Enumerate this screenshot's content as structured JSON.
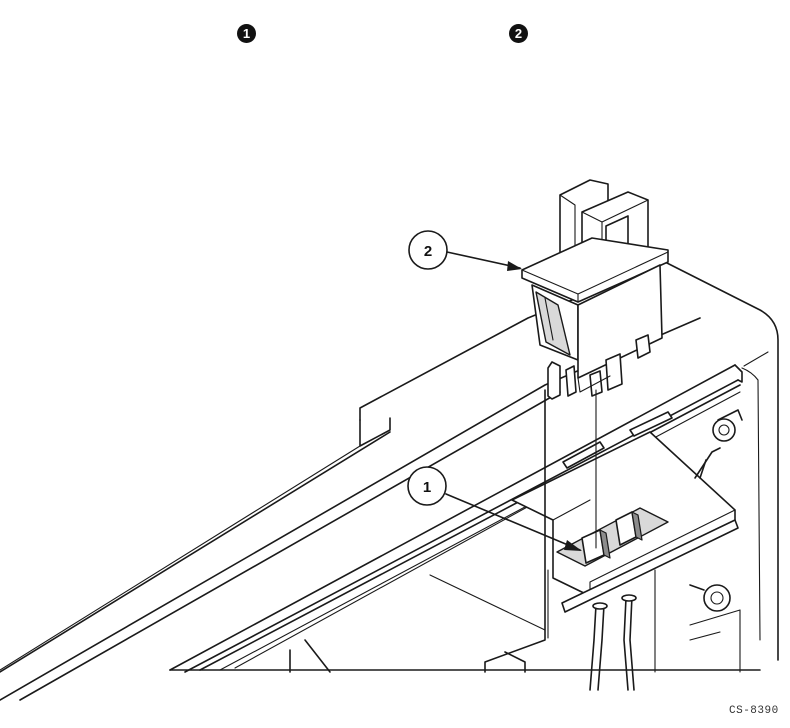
{
  "legend": {
    "marker_1": "1",
    "marker_2": "2"
  },
  "callouts": [
    {
      "label": "1"
    },
    {
      "label": "2"
    }
  ],
  "figure_id": "CS-8390",
  "colors": {
    "ink": "#1a1a1a",
    "paper": "#ffffff",
    "shade": "#d9d9d9"
  }
}
